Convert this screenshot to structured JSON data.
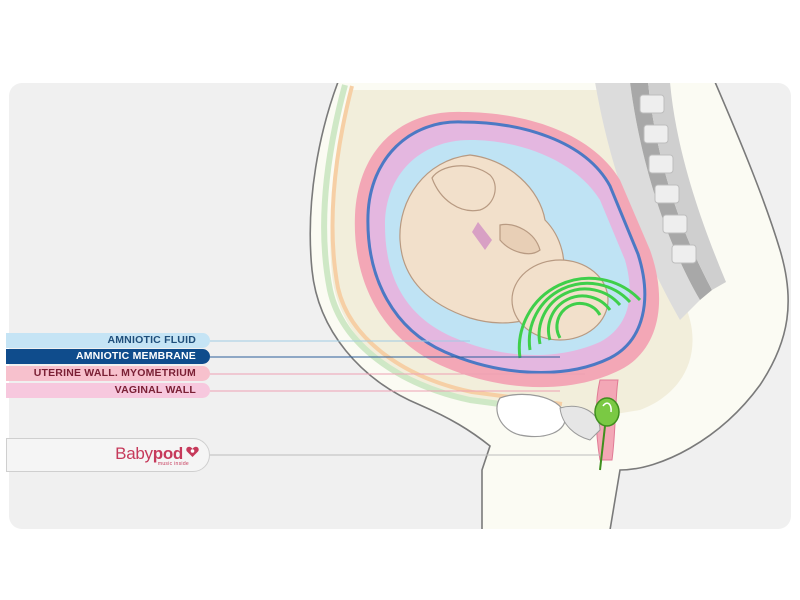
{
  "labels": {
    "amniotic_fluid": "AMNIOTIC FLUID",
    "amniotic_membrane": "AMNIOTIC MEMBRANE",
    "uterine_wall": "UTERINE WALL. MYOMETRIUM",
    "vaginal_wall": "VAGINAL WALL"
  },
  "brand": {
    "name_light": "Baby",
    "name_bold": "pod",
    "tagline": "music inside",
    "icon": "heart-logo"
  },
  "colors": {
    "amniotic_fluid": "#c5e4f5",
    "amniotic_membrane": "#0f4c8c",
    "uterine_wall": "#f7c1cd",
    "vaginal_wall": "#f7c8de",
    "brand": "#c63a5b",
    "sound_waves": "#3fcf4a"
  }
}
